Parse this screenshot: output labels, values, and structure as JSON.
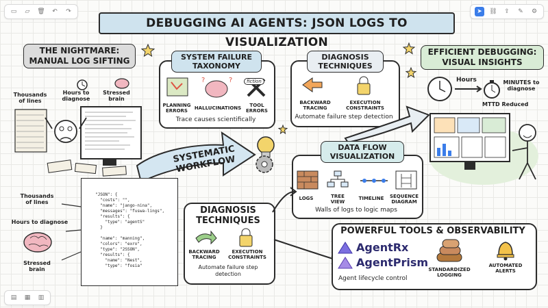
{
  "title": "DEBUGGING AI AGENTS: JSON LOGS TO VISUALIZATION",
  "nightmare": {
    "title": "THE NIGHTMARE: MANUAL LOG SIFTING",
    "labels": [
      "Thousands of lines",
      "Hours to diagnose",
      "Stressed brain"
    ]
  },
  "taxonomy": {
    "title": "SYSTEM FAILURE TAXONOMY",
    "items": [
      "PLANNING ERRORS",
      "HALLUCINATIONS",
      "TOOL ERRORS"
    ],
    "fiction_label": "fiction",
    "footer": "Trace causes scientifically"
  },
  "diag_top": {
    "title": "DIAGNOSIS TECHNIQUES",
    "items": [
      "BACKWARD TRACING",
      "EXECUTION CONSTRAINTS"
    ],
    "footer": "Automate failure step detection"
  },
  "efficient": {
    "title": "EFFICIENT DEBUGGING: VISUAL INSIGHTS",
    "hours_label": "Hours",
    "minutes_label": "MINUTES to diagnose",
    "mttd": "MTTD Reduced"
  },
  "workflow": "SYSTEMATIC WORKFLOW",
  "dataflow": {
    "title": "DATA FLOW VISUALIZATION",
    "items": [
      "LOGS",
      "TREE VIEW",
      "TIMELINE",
      "SEQUENCE DIAGRAM"
    ],
    "footer": "Walls of logs to logic maps"
  },
  "left_bottom": {
    "labels": [
      "Thousands of lines",
      "Hours to diagnose",
      "Stressed brain"
    ],
    "json_lines": [
      "\"JSON\": {",
      "  \"costs\": \"\",",
      "  \"name\": \"jango-nina\",",
      "  \"messages\": \"fuswa-lings\",",
      "  \"results\": {",
      "    \"type\": \"agentS\"",
      "  }",
      "  ",
      "  \"name\": \"manning\",",
      "  \"colors\": \"exro\",",
      "  \"type\": \"2SSON\",",
      "  \"results\": {",
      "    \"name\": \"Nest\",",
      "    \"type\": \"fosia\""
    ]
  },
  "diag_bottom": {
    "title": "DIAGNOSIS TECHNIQUES",
    "items": [
      "BACKWARD TRACING",
      "EXECUTION CONSTRAINTS"
    ],
    "footer": "Automate failure step detection"
  },
  "tools": {
    "title": "POWERFUL TOOLS & OBSERVABILITY",
    "brands": [
      "AgentRx",
      "AgentPrism"
    ],
    "caption": "Agent lifecycle control",
    "items": [
      "STANDARDIZED LOGGING",
      "AUTOMATED ALERTS"
    ]
  },
  "colors": {
    "title_bg": "#cfe3ee",
    "nightmare_bg": "#dcdcdc",
    "efficient_bg": "#d9ecd6",
    "dataflow_bg": "#d6ecec",
    "workflow_arrow": "#d4e6f1",
    "accent_blue": "#3b7de9"
  }
}
